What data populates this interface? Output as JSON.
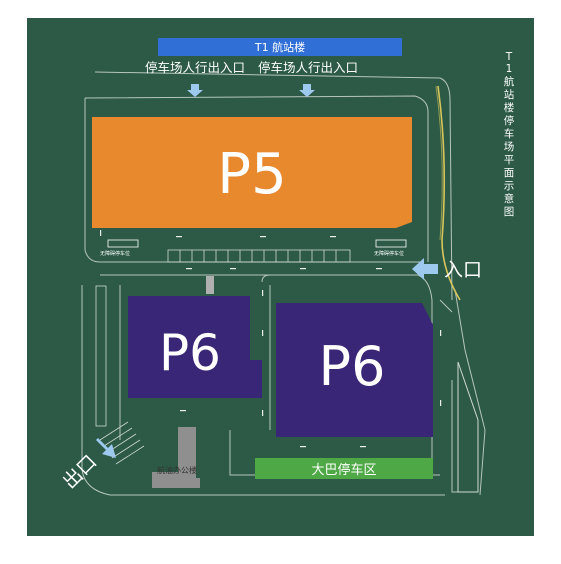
{
  "title": {
    "terminal_bar": "T1 航站楼",
    "side_title_chars": [
      "T",
      "1",
      "航",
      "站",
      "楼",
      "停",
      "车",
      "场",
      "平",
      "面",
      "示",
      "意",
      "图"
    ]
  },
  "pedestrian_entrances": [
    "停车场人行出入口",
    "停车场人行出入口"
  ],
  "zones": {
    "p5": "P5",
    "p6_left": "P6",
    "p6_right": "P6",
    "bus_area": "大巴停车区",
    "office": "航油办公楼"
  },
  "accessible_parking": [
    "无障碍停车位",
    "无障碍停车位"
  ],
  "entrance_label": "入口",
  "exit_label": "出口",
  "colors": {
    "background": "#2c5a47",
    "p5": "#e8892e",
    "p6": "#3a2677",
    "terminal": "#2f6fd6",
    "bus_area": "#4ea845",
    "arrow": "#9ec9ef",
    "office": "#8f8f8f",
    "road_line": "#cfd8d3"
  }
}
